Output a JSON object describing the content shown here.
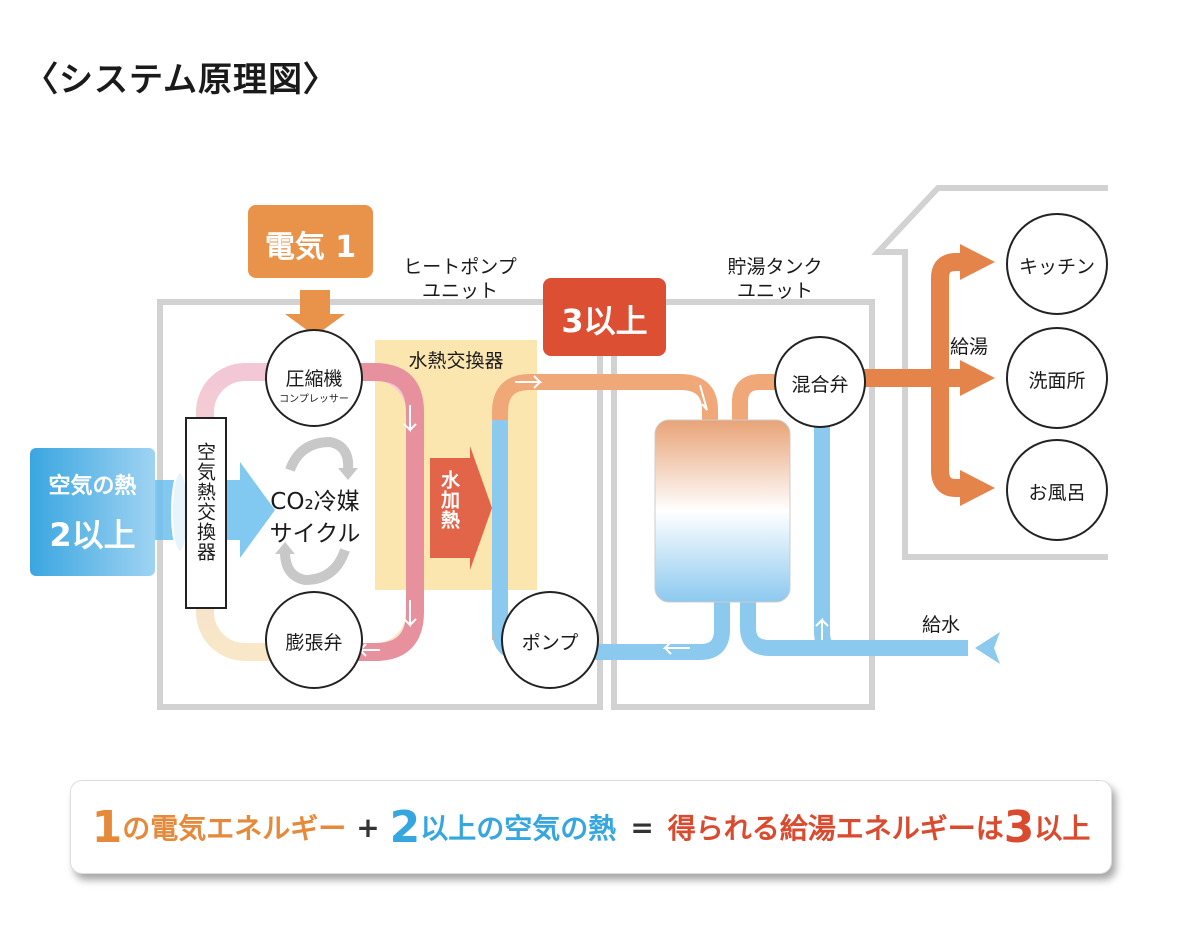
{
  "title": "〈システム原理図〉",
  "badges": {
    "electricity": "電気 1",
    "air_heat_line1": "空気の熱",
    "air_heat_line2": "2以上",
    "output": "3以上"
  },
  "unit_labels": {
    "heat_pump": [
      "ヒートポンプ",
      "ユニット"
    ],
    "tank": [
      "貯湯タンク",
      "ユニット"
    ]
  },
  "components": {
    "compressor": "圧縮機",
    "compressor_sub": "コンプレッサー",
    "expansion_valve": "膨張弁",
    "pump": "ポンプ",
    "mixing_valve": "混合弁",
    "water_heat_exchanger": "水熱交換器",
    "air_heat_exchanger": "空気熱交換器",
    "water_heating": "水加熱",
    "co2_cycle_line1": "CO₂冷媒",
    "co2_cycle_line2": "サイクル"
  },
  "outlets": {
    "hot_water_supply": "給湯",
    "water_supply": "給水",
    "kitchen": "キッチン",
    "washroom": "洗面所",
    "bath": "お風呂"
  },
  "equation": {
    "n1": "1",
    "t1": "の電気エネルギー",
    "plus": "+",
    "n2": "2",
    "t2": "以上の空気の熱",
    "eq": "=",
    "t3": "得られる給湯エネルギーは",
    "n3": "3",
    "t4": "以上"
  },
  "colors": {
    "orange": "#e58a3a",
    "blue": "#35a6de",
    "red": "#d94a2e",
    "pale_yellow": "#fbe6b0",
    "gray_frame": "#cfcfcf"
  }
}
